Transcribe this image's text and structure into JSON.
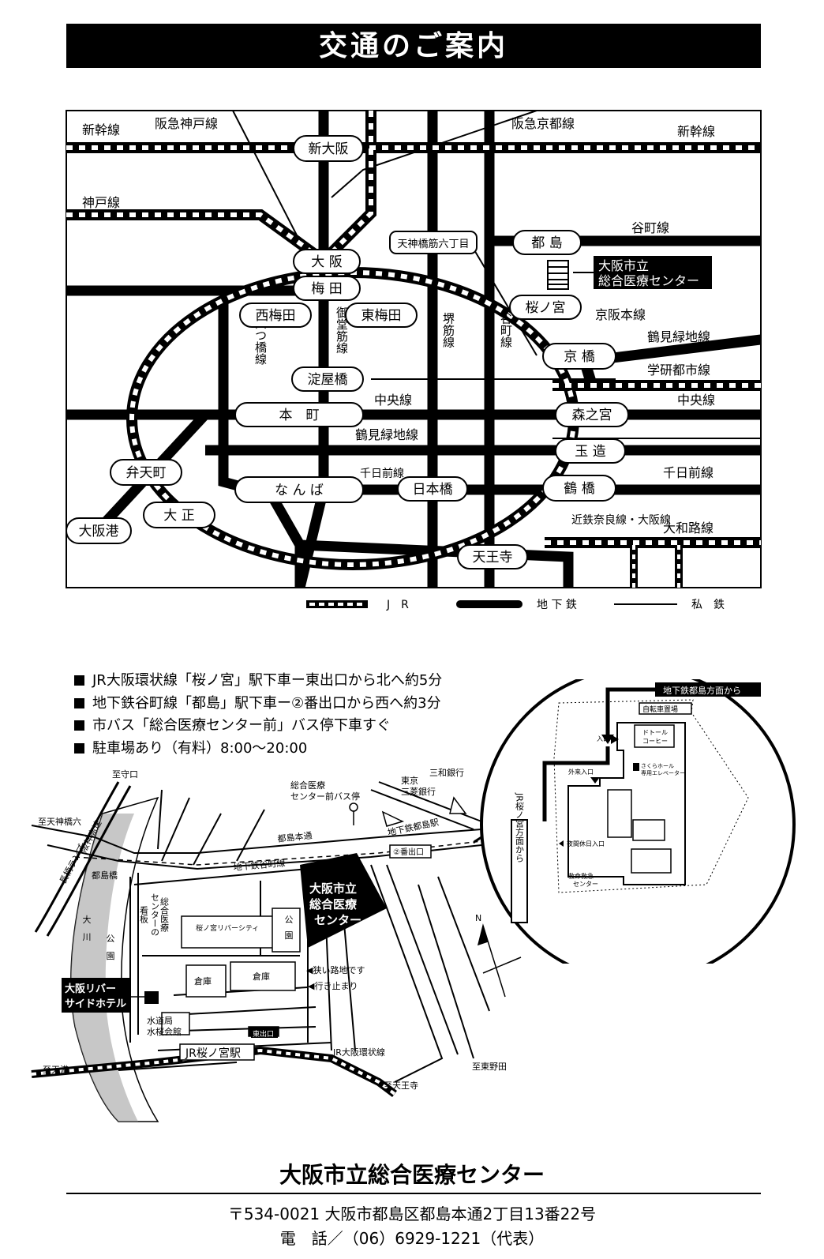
{
  "title": "交通のご案内",
  "route_map": {
    "lines": {
      "shinkansen_left": "新幹線",
      "shinkansen_right": "新幹線",
      "hankyu_kobe": "阪急神戸線",
      "hankyu_kyoto": "阪急京都線",
      "kobe": "神戸線",
      "tanimachi": "谷町線",
      "keihan": "京阪本線",
      "tsurumi_ryokuchi_right": "鶴見緑地線",
      "gakkentoshi": "学研都市線",
      "chuo_right": "中央線",
      "chuo_mid": "中央線",
      "tsurumi_ryokuchi_mid": "鶴見緑地線",
      "sennichimae_mid": "千日前線",
      "sennichimae_right": "千日前線",
      "kintetsu": "近鉄奈良線・大阪線",
      "yamatoji": "大和路線",
      "midosuji": "御堂筋線",
      "yotsubashi": "四つ橋線",
      "sakaisuji": "堺筋線",
      "tanimachi_v": "谷町線"
    },
    "stations": {
      "shin_osaka": "新大阪",
      "osaka": "大 阪",
      "umeda": "梅 田",
      "tenjinbashi": "天神橋筋六丁目",
      "miyakojima": "都 島",
      "sakuranomiya": "桜ノ宮",
      "nishi_umeda": "西梅田",
      "higashi_umeda": "東梅田",
      "kyobashi": "京 橋",
      "yodoyabashi": "淀屋橋",
      "honmachi": "本　町",
      "morinomiya": "森之宮",
      "tamatsukuri": "玉 造",
      "bentencho": "弁天町",
      "namba": "な ん ば",
      "nipponbashi": "日本橋",
      "tsuruhashi": "鶴 橋",
      "osakako": "大阪港",
      "taisho": "大 正",
      "tennoji": "天王寺"
    },
    "destination": [
      "大阪市立",
      "総合医療センター"
    ],
    "legend": {
      "jr": "J　R",
      "subway": "地 下 鉄",
      "private": "私　鉄"
    }
  },
  "access_notes": [
    "JR大阪環状線「桜ノ宮」駅下車ー東出口から北へ約5分",
    "地下鉄谷町線「都島」駅下車ー②番出口から西へ約3分",
    "市バス「総合医療センター前」バス停下車すぐ",
    "駐車場あり（有料）8:00〜20:00"
  ],
  "area_map": {
    "labels": {
      "shimoriguchi": "至守口",
      "tenjinbashi6": "至天神橋六",
      "nagara_ramp": "長柄ランプ",
      "hanshin_exp": "阪神高速",
      "miyakojima_bridge": "都島橋",
      "okawa_park": [
        "大",
        "川",
        "公",
        "園"
      ],
      "riverside_hotel": [
        "大阪リバー",
        "サイドホテル"
      ],
      "bus_stop": [
        "総合医療",
        "センター前バス停"
      ],
      "tokyo_mitsubishi": [
        "東京",
        "三菱銀行"
      ],
      "sanwa": "三和銀行",
      "miyakojima_hondori": "都島本通",
      "subway_tanimachi": "地下鉄谷町線",
      "subway_miyakojima": "地下鉄都島駅",
      "exit2": "②番出口",
      "center": [
        "大阪市立",
        "総合医療",
        "センター"
      ],
      "sign_board": "看板",
      "sign_center": [
        "総合医療",
        "センターの"
      ],
      "sakura_city": "桜ノ宮リバーシティ",
      "park": [
        "公",
        "園"
      ],
      "soko1": "倉庫",
      "soko2": "倉庫",
      "narrow_road": "◀狭い路地です",
      "dead_end": "◀行き止まり",
      "suidokyoku": [
        "水道局",
        "水桜会館"
      ],
      "east_exit": "東出口",
      "jr_sakuranomiya": "JR桜ノ宮駅",
      "jr_loop": "JR大阪環状線",
      "tenma": "至天満",
      "tennoji": "至天王寺",
      "higashinoda": "至東野田",
      "north": "N"
    }
  },
  "inset": {
    "subway_dir": "地下鉄都島方面から",
    "jr_dir": "JR桜ノ宮方面から",
    "bike_parking": "自転車置場",
    "entrance": "入口",
    "doutor": [
      "ドトール",
      "コーヒー"
    ],
    "sakura_hall": [
      "さくらホール",
      "専用エレベーター"
    ],
    "outpatient": "外来入口",
    "night_entrance": "夜間休日入口",
    "er": [
      "救命救急",
      "センター"
    ]
  },
  "footer": {
    "name": "大阪市立総合医療センター",
    "address": "〒534-0021 大阪市都島区都島本通2丁目13番22号",
    "tel": "電　話／（06）6929-1221（代表）"
  }
}
